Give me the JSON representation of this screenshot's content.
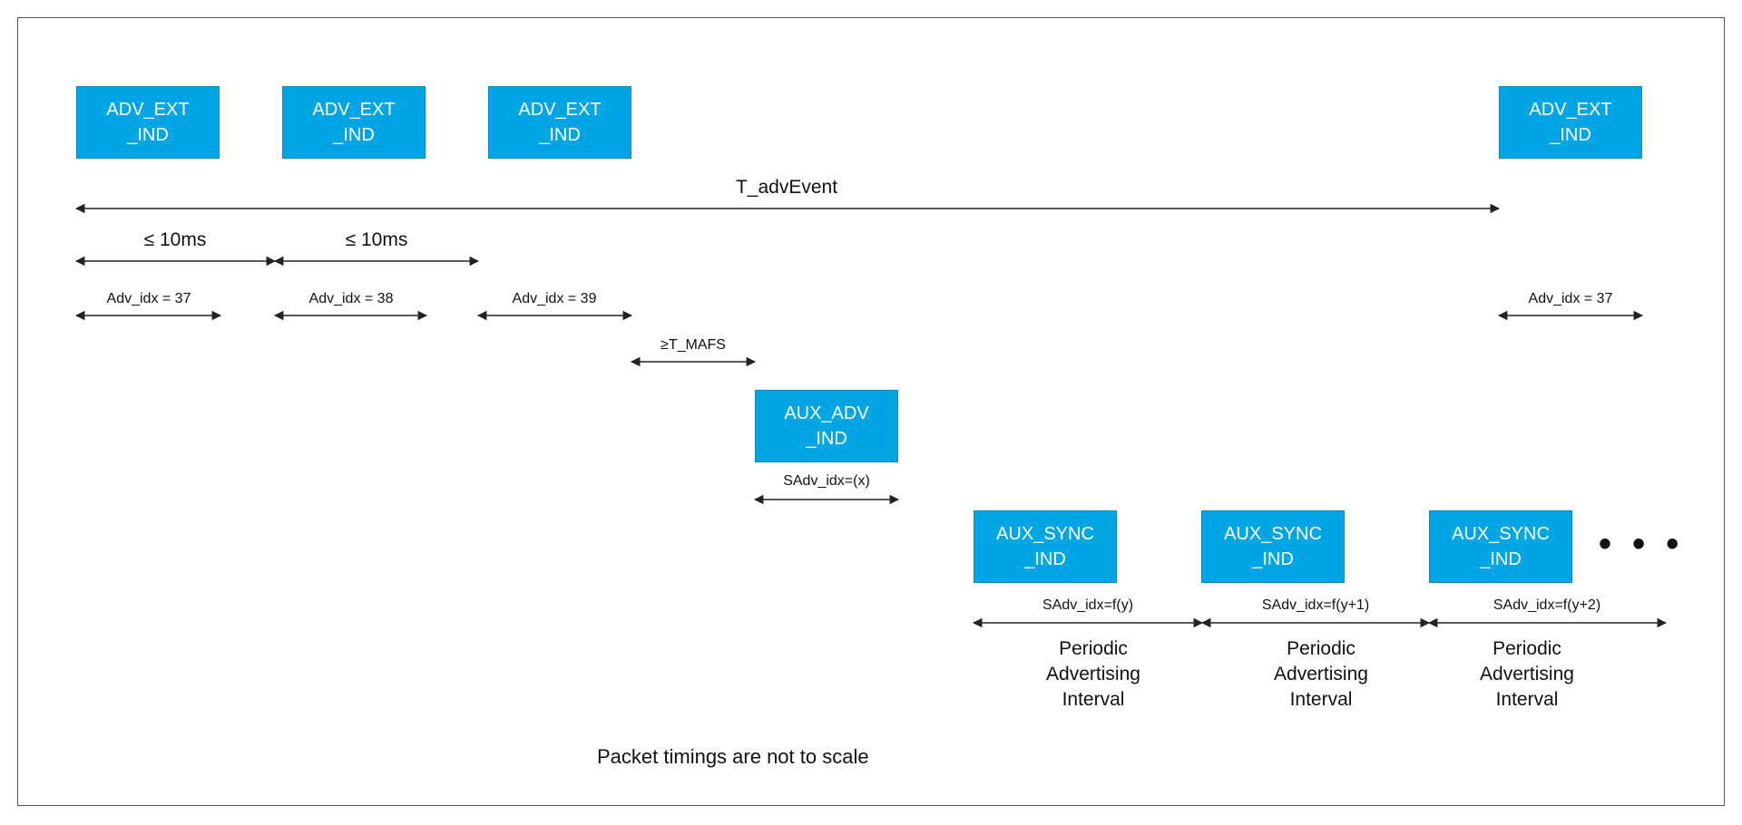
{
  "packets": {
    "adv_ext_1": [
      "ADV_EXT",
      "_IND"
    ],
    "adv_ext_2": [
      "ADV_EXT",
      "_IND"
    ],
    "adv_ext_3": [
      "ADV_EXT",
      "_IND"
    ],
    "adv_ext_4": [
      "ADV_EXT",
      "_IND"
    ],
    "aux_adv": [
      "AUX_ADV",
      "_IND"
    ],
    "aux_sync_1": [
      "AUX_SYNC",
      "_IND"
    ],
    "aux_sync_2": [
      "AUX_SYNC",
      "_IND"
    ],
    "aux_sync_3": [
      "AUX_SYNC",
      "_IND"
    ]
  },
  "labels": {
    "t_adv_event": "T_advEvent",
    "gap_1": "≤ 10ms",
    "gap_2": "≤ 10ms",
    "adv_idx_1": "Adv_idx = 37",
    "adv_idx_2": "Adv_idx = 38",
    "adv_idx_3": "Adv_idx = 39",
    "adv_idx_4": "Adv_idx = 37",
    "t_mafs": "≥T_MAFS",
    "sadv_x": "SAdv_idx=(x)",
    "sadv_y": "SAdv_idx=f(y)",
    "sadv_y1": "SAdv_idx=f(y+1)",
    "sadv_y2": "SAdv_idx=f(y+2)"
  },
  "intervals": {
    "interval_1": [
      "Periodic",
      "Advertising",
      "Interval"
    ],
    "interval_2": [
      "Periodic",
      "Advertising",
      "Interval"
    ],
    "interval_3": [
      "Periodic",
      "Advertising",
      "Interval"
    ]
  },
  "continuation": "• • •",
  "note": "Packet timings are not to scale",
  "colors": {
    "packet_fill": "#00A5E3",
    "arrow": "#222222",
    "frame": "#555555"
  }
}
